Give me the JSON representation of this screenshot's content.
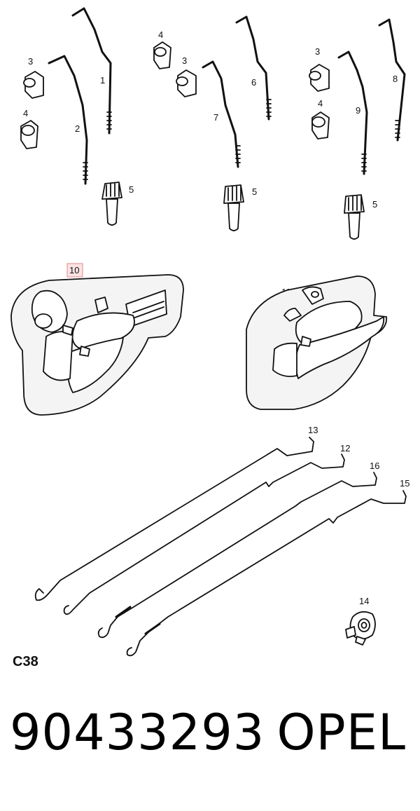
{
  "diagram": {
    "section_code": "C38",
    "callouts": {
      "c1": "1",
      "c2": "2",
      "c3a": "3",
      "c3b": "3",
      "c3c": "3",
      "c4a": "4",
      "c4b": "4",
      "c4c": "4",
      "c5a": "5",
      "c5b": "5",
      "c5c": "5",
      "c6": "6",
      "c7": "7",
      "c8": "8",
      "c9": "9",
      "c10": "10",
      "c11": "11",
      "c12": "12",
      "c13": "13",
      "c14": "14",
      "c15": "15",
      "c16": "16"
    },
    "highlighted_callout": "10"
  },
  "footer": {
    "part_number": "90433293",
    "brand": "OPEL"
  }
}
